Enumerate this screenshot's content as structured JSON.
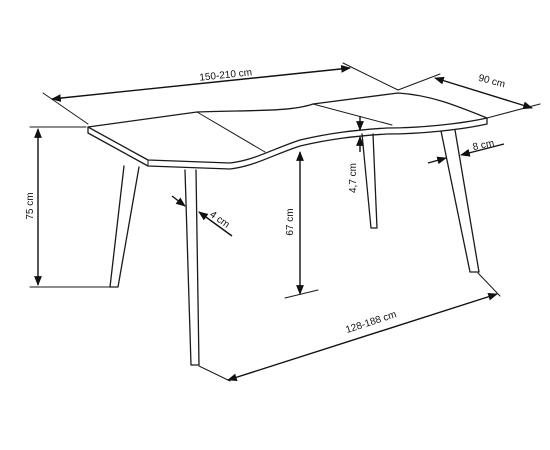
{
  "dimensions": {
    "top_length": "150-210 cm",
    "width": "90 cm",
    "height": "75 cm",
    "leg_clearance": "67 cm",
    "top_thickness": "4,7 cm",
    "leg_thickness_front": "4 cm",
    "leg_thickness_back": "8 cm",
    "leg_span": "128-188 cm"
  }
}
